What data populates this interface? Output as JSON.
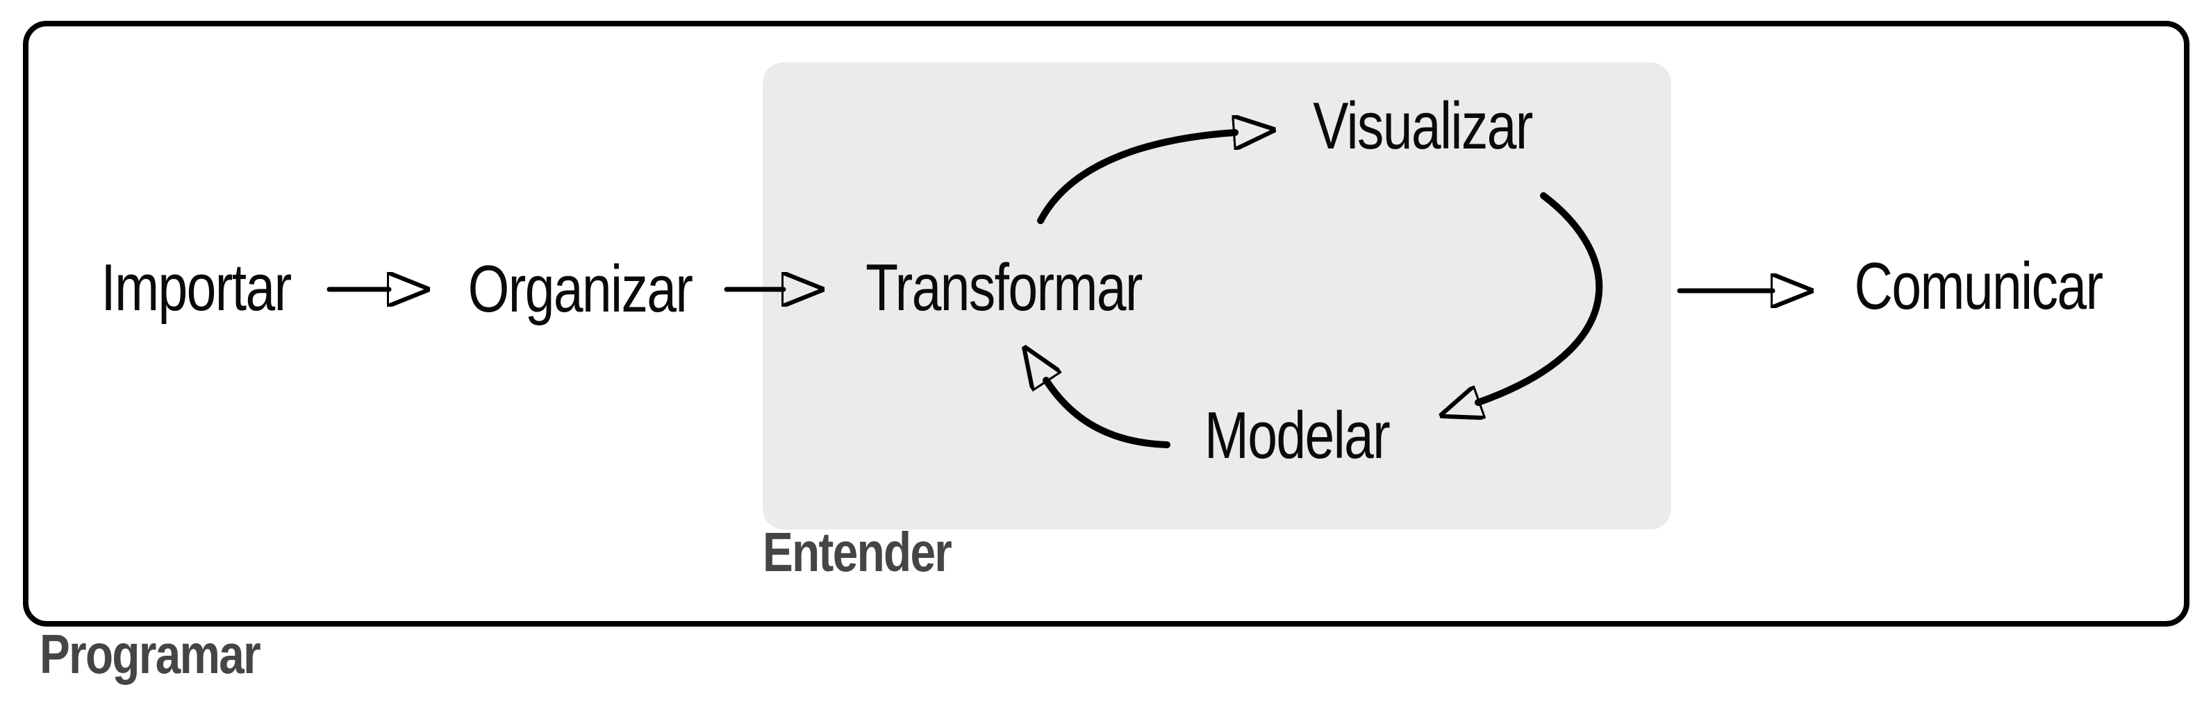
{
  "diagram": {
    "type": "flow-diagram",
    "language": "es",
    "nodes": [
      {
        "id": "importar",
        "label": "Importar"
      },
      {
        "id": "organizar",
        "label": "Organizar"
      },
      {
        "id": "transformar",
        "label": "Transformar"
      },
      {
        "id": "visualizar",
        "label": "Visualizar"
      },
      {
        "id": "modelar",
        "label": "Modelar"
      },
      {
        "id": "comunicar",
        "label": "Comunicar"
      }
    ],
    "groups": {
      "outer": {
        "label": "Programar",
        "contains": [
          "Importar",
          "Organizar",
          "Transformar",
          "Visualizar",
          "Modelar",
          "Comunicar"
        ]
      },
      "inner": {
        "label": "Entender",
        "contains": [
          "Transformar",
          "Visualizar",
          "Modelar"
        ]
      }
    },
    "edges": [
      {
        "from": "Importar",
        "to": "Organizar",
        "style": "straight"
      },
      {
        "from": "Organizar",
        "to": "Transformar",
        "style": "straight"
      },
      {
        "from": "Transformar",
        "to": "Visualizar",
        "style": "curved"
      },
      {
        "from": "Visualizar",
        "to": "Modelar",
        "style": "curved"
      },
      {
        "from": "Modelar",
        "to": "Transformar",
        "style": "curved"
      },
      {
        "from": "Entender",
        "to": "Comunicar",
        "style": "straight"
      }
    ],
    "colors": {
      "background": "#ffffff",
      "outer_border": "#000000",
      "inner_fill": "#ebebeb",
      "node_text": "#0a0a0a",
      "zone_label_text": "#454545",
      "arrow": "#000000"
    }
  }
}
